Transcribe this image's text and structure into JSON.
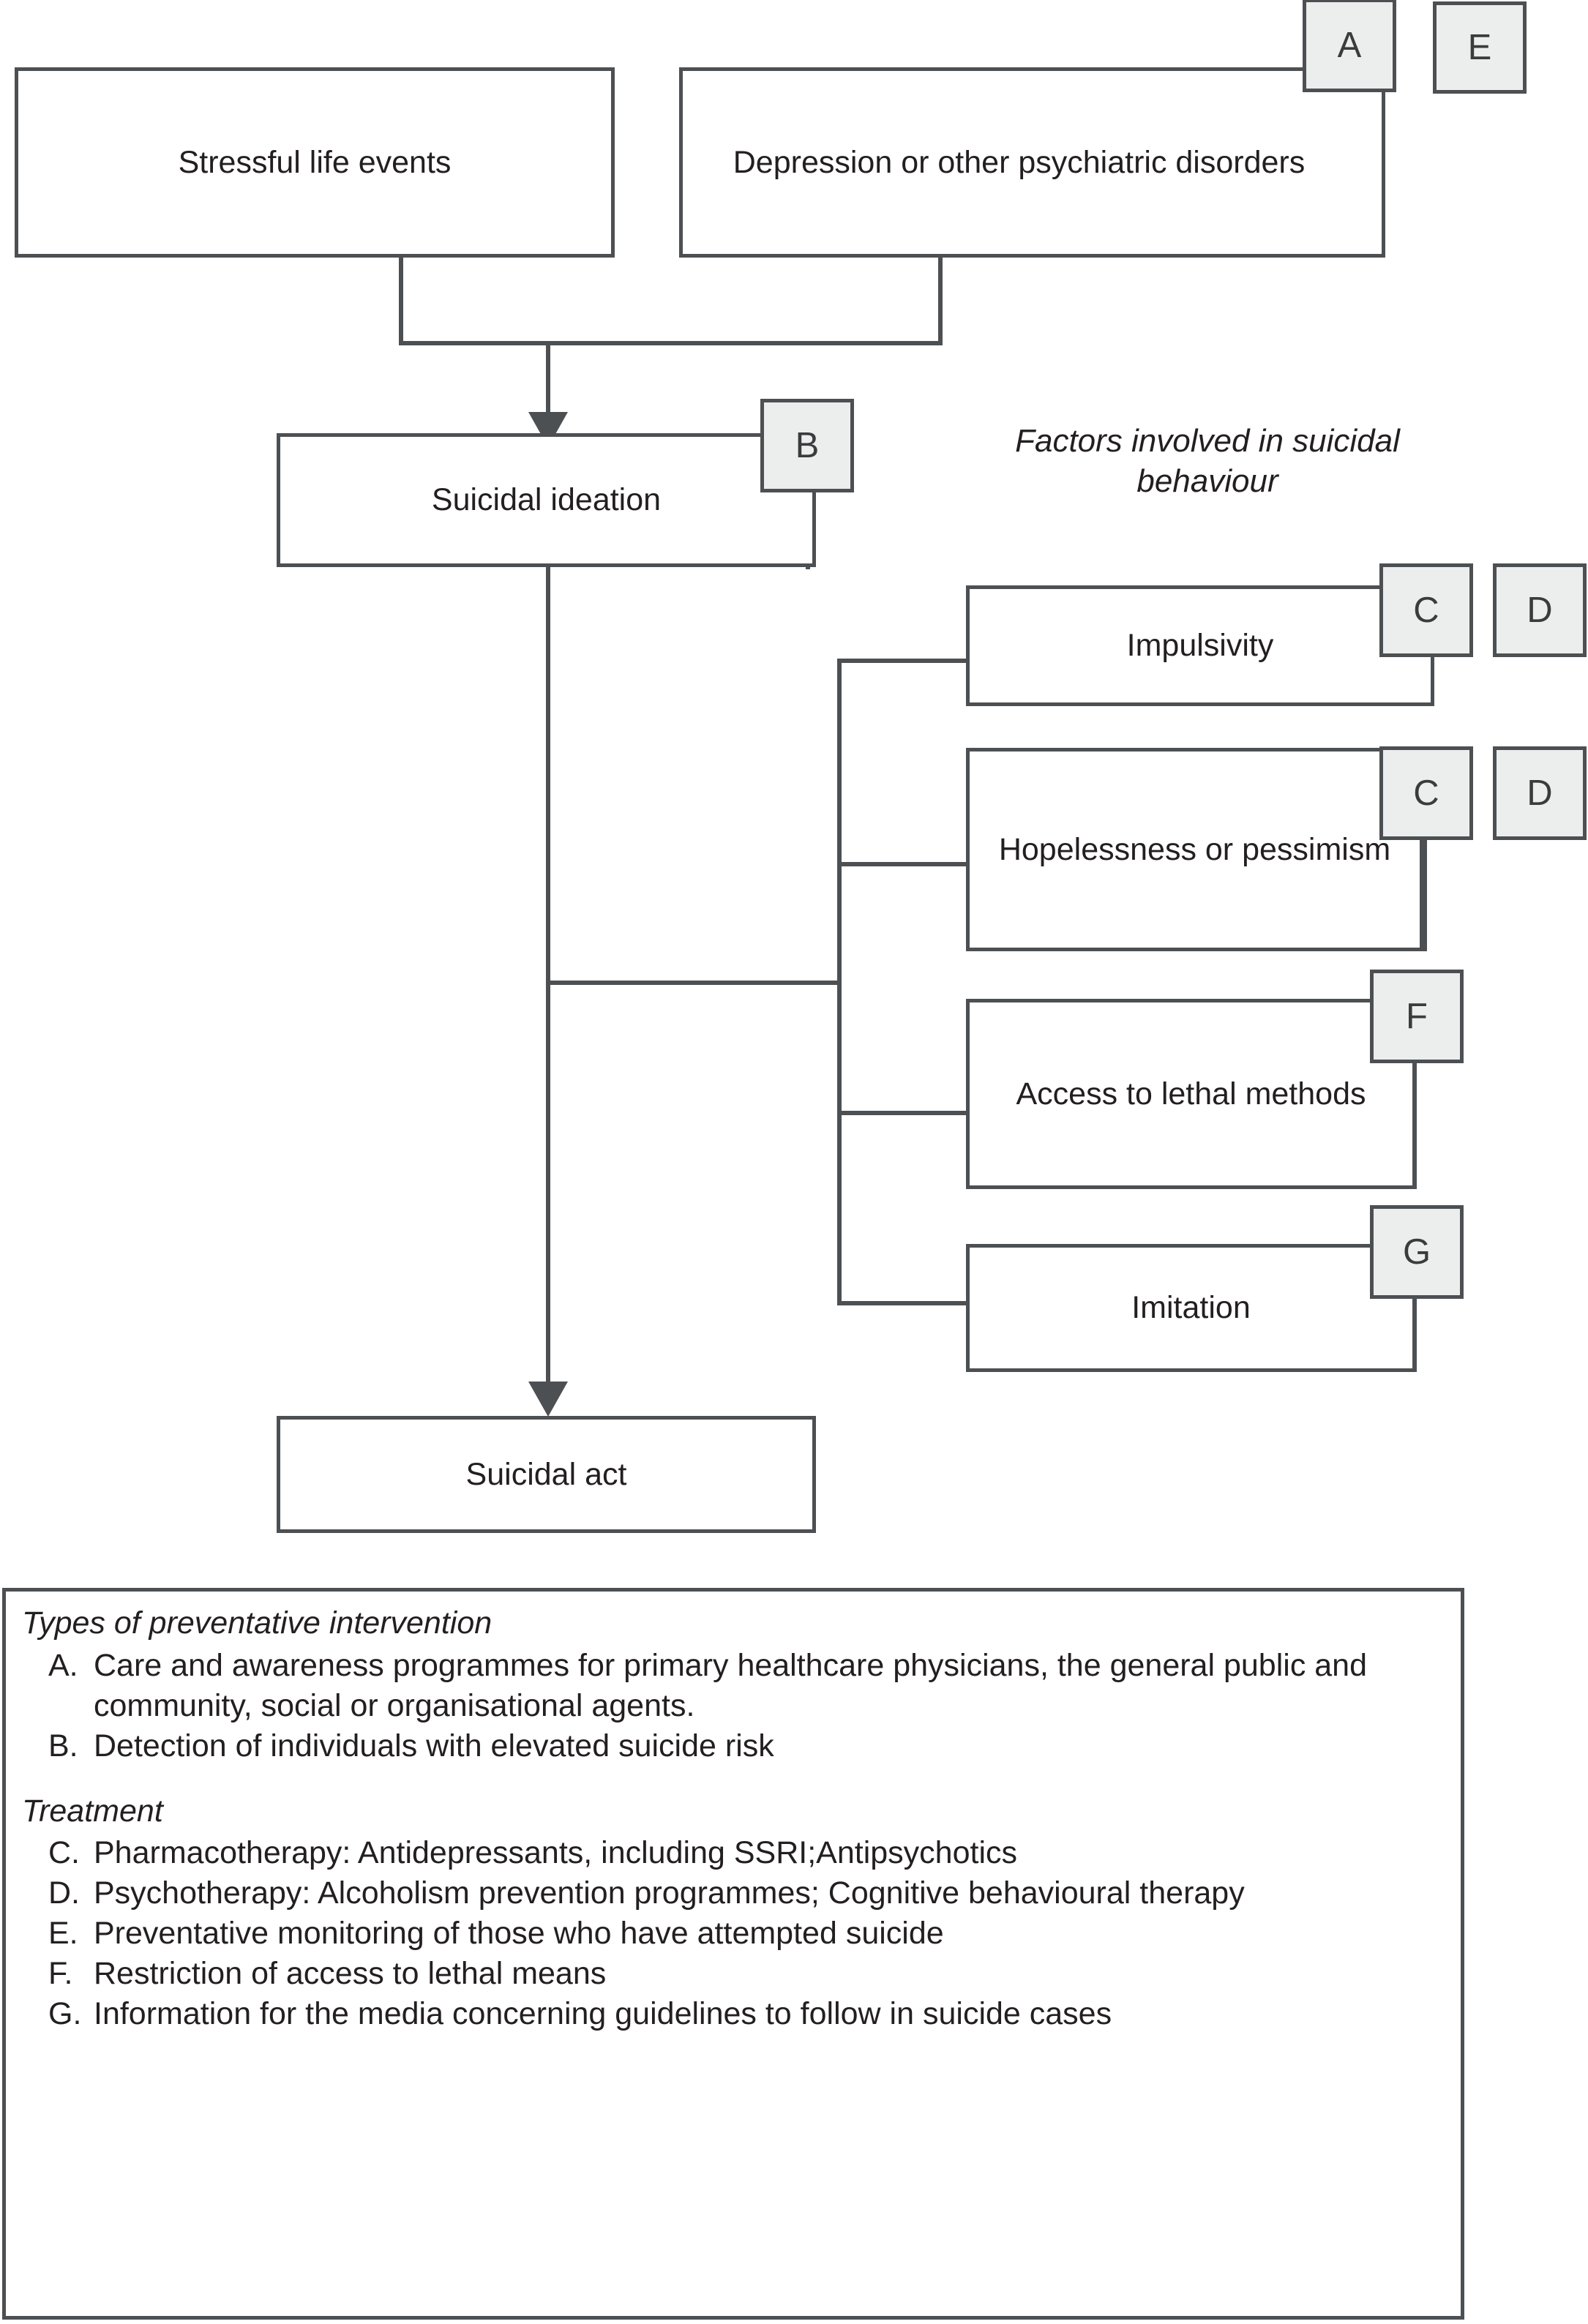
{
  "diagram": {
    "caption": "Factors involved in suicidal behaviour",
    "nodes": {
      "stressful_life_events": "Stressful life events",
      "depression": "Depression or other psychiatric disorders",
      "suicidal_ideation": "Suicidal ideation",
      "suicidal_act": "Suicidal act",
      "impulsivity": "Impulsivity",
      "hopelessness": "Hopelessness or pessimism",
      "access_lethal": "Access to lethal methods",
      "imitation": "Imitation"
    },
    "badges": {
      "depression_a": "A",
      "standalone_e": "E",
      "ideation_b": "B",
      "impulsivity_c": "C",
      "impulsivity_d": "D",
      "hopelessness_c": "C",
      "hopelessness_d": "D",
      "access_f": "F",
      "imitation_g": "G"
    },
    "colors": {
      "stroke": "#4d5053",
      "badge_fill": "#eceeed",
      "text": "#231f20",
      "background": "#ffffff"
    }
  },
  "legend": {
    "heading_prevention": "Types of preventative intervention",
    "heading_treatment": "Treatment",
    "prevention_items": [
      {
        "key": "A.",
        "text": "Care and awareness programmes for primary healthcare physicians, the general public and community, social or organisational agents."
      },
      {
        "key": "B.",
        "text": "Detection of individuals with elevated suicide risk"
      }
    ],
    "treatment_items": [
      {
        "key": "C.",
        "text": "Pharmacotherapy: Antidepressants, including SSRI;Antipsychotics"
      },
      {
        "key": "D.",
        "text": "Psychotherapy: Alcoholism prevention programmes; Cognitive behavioural therapy"
      },
      {
        "key": "E.",
        "text": "Preventative monitoring of those who have attempted suicide"
      },
      {
        "key": "F.",
        "text": "Restriction of access to lethal means"
      },
      {
        "key": "G.",
        "text": "Information for the media concerning guidelines to follow in suicide cases"
      }
    ]
  }
}
